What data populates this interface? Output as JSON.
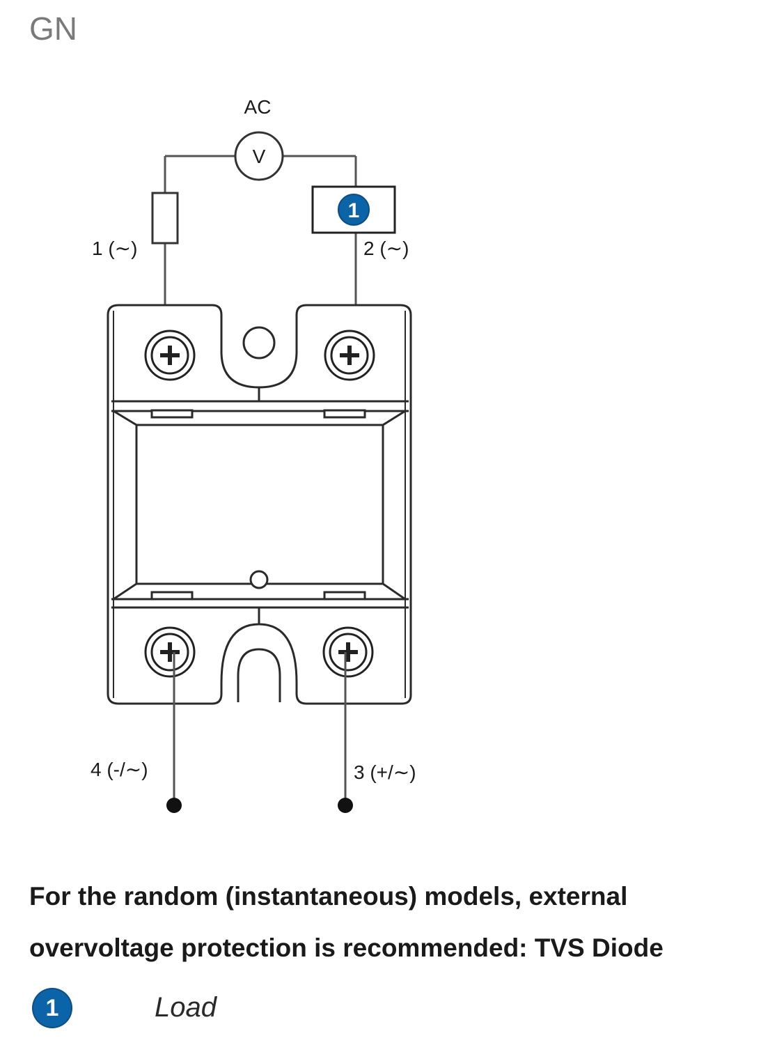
{
  "header": {
    "title": "GN"
  },
  "diagram": {
    "source_label": "AC",
    "meter_symbol": "V",
    "load_marker": "1",
    "terminals": {
      "t1": "1 (∼)",
      "t2": "2 (∼)",
      "t3": "3 (+/∼)",
      "t4": "4 (-/∼)"
    }
  },
  "note": {
    "line1": "For the random (instantaneous) models, external",
    "line2": "overvoltage protection is recommended: TVS Diode"
  },
  "legend": [
    {
      "marker": "1",
      "label": "Load"
    }
  ],
  "colors": {
    "accent": "#0b63a8",
    "line": "#555555",
    "title_gray": "#7a7a7a"
  }
}
